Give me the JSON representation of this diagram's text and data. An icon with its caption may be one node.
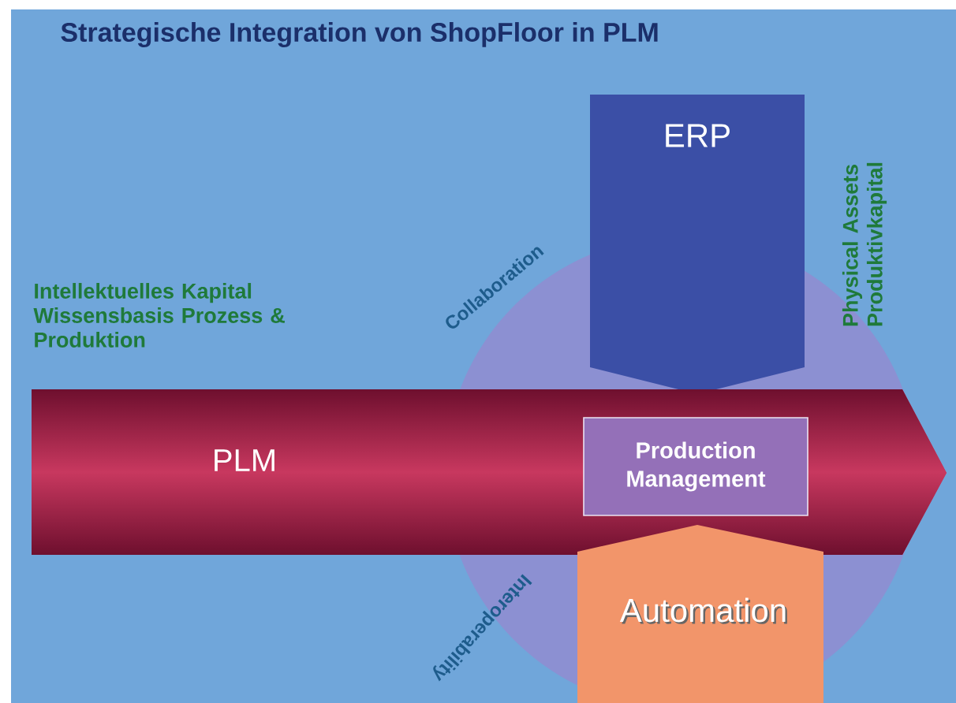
{
  "diagram": {
    "title": "Strategische Integration von ShopFloor in PLM",
    "nodes": [
      {
        "text": [
          "ERP"
        ]
      },
      {
        "text": [
          "PLM"
        ]
      },
      {
        "text": [
          "Production Management"
        ],
        "in": 1
      },
      {
        "text": [
          "Automation"
        ]
      }
    ],
    "labels": [
      "Intellektuelles Kapital Wissensbasis Prozess & Produktion",
      "Physical Assets Produktivkapital",
      "Collaboration",
      "Interoperability"
    ]
  }
}
